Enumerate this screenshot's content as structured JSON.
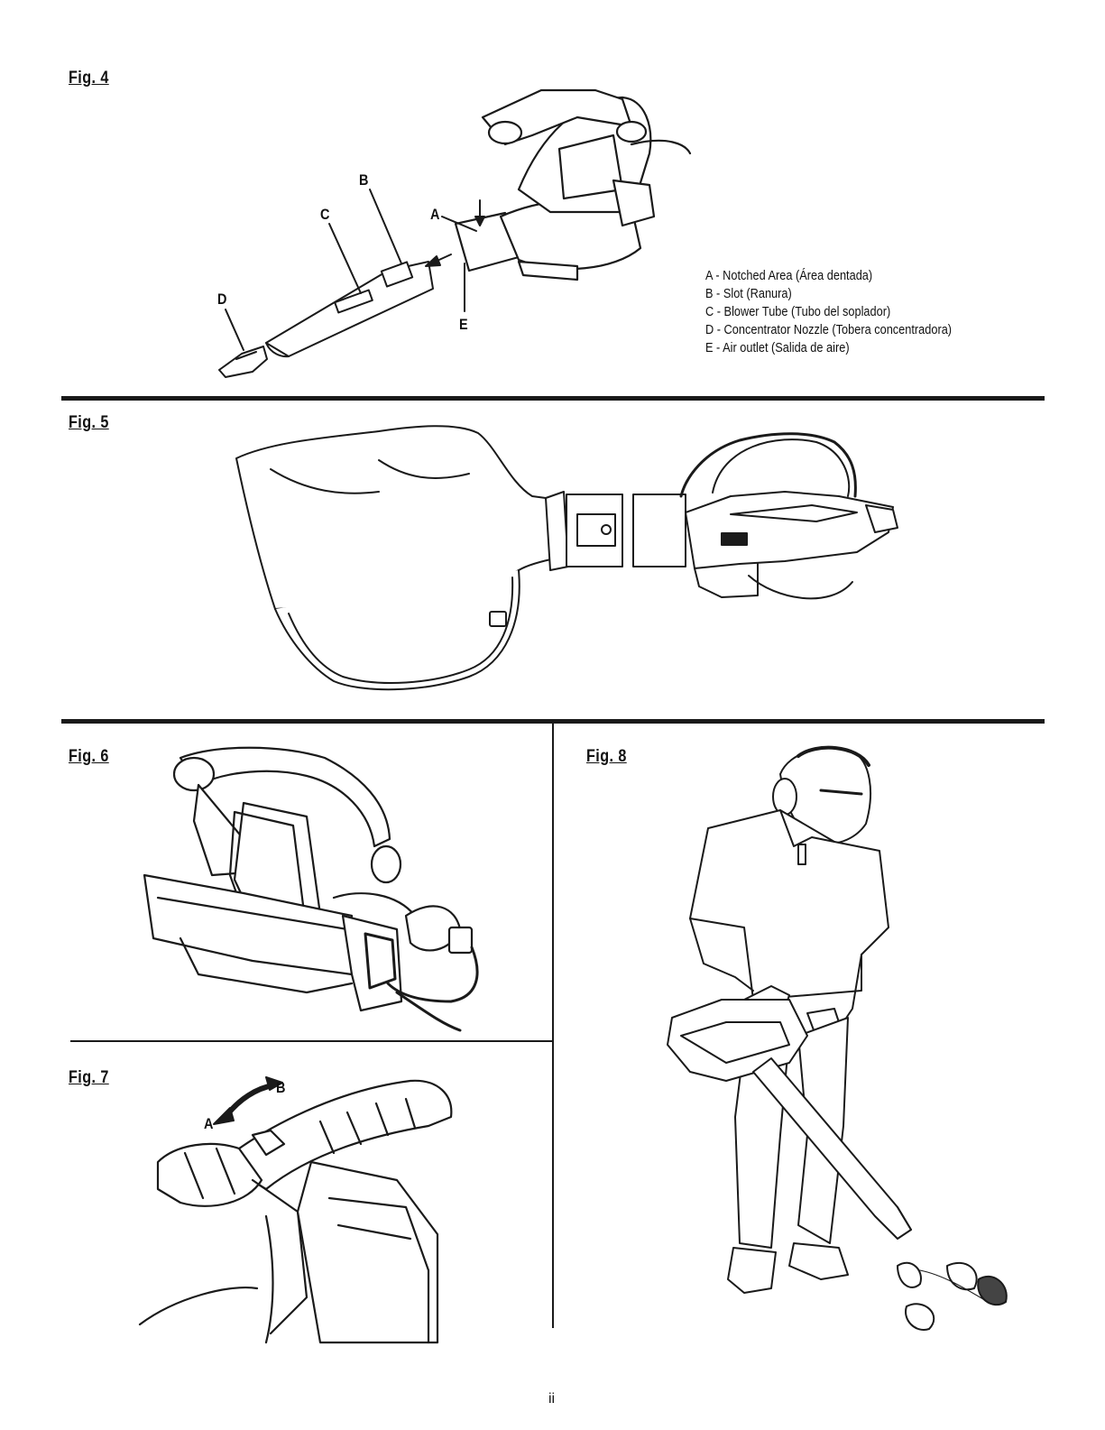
{
  "figures": {
    "fig4": {
      "label": "Fig. 4",
      "callouts": {
        "a": "A",
        "b": "B",
        "c": "C",
        "d": "D",
        "e": "E"
      },
      "legend": [
        "A - Notched Area (Área dentada)",
        "B - Slot (Ranura)",
        "C - Blower Tube (Tubo del soplador)",
        "D - Concentrator Nozzle (Tobera concentradora)",
        "E - Air outlet (Salida de aire)"
      ]
    },
    "fig5": {
      "label": "Fig. 5"
    },
    "fig6": {
      "label": "Fig. 6"
    },
    "fig7": {
      "label": "Fig. 7",
      "callouts": {
        "a": "A",
        "b": "B"
      }
    },
    "fig8": {
      "label": "Fig. 8"
    }
  },
  "page_number": "ii"
}
